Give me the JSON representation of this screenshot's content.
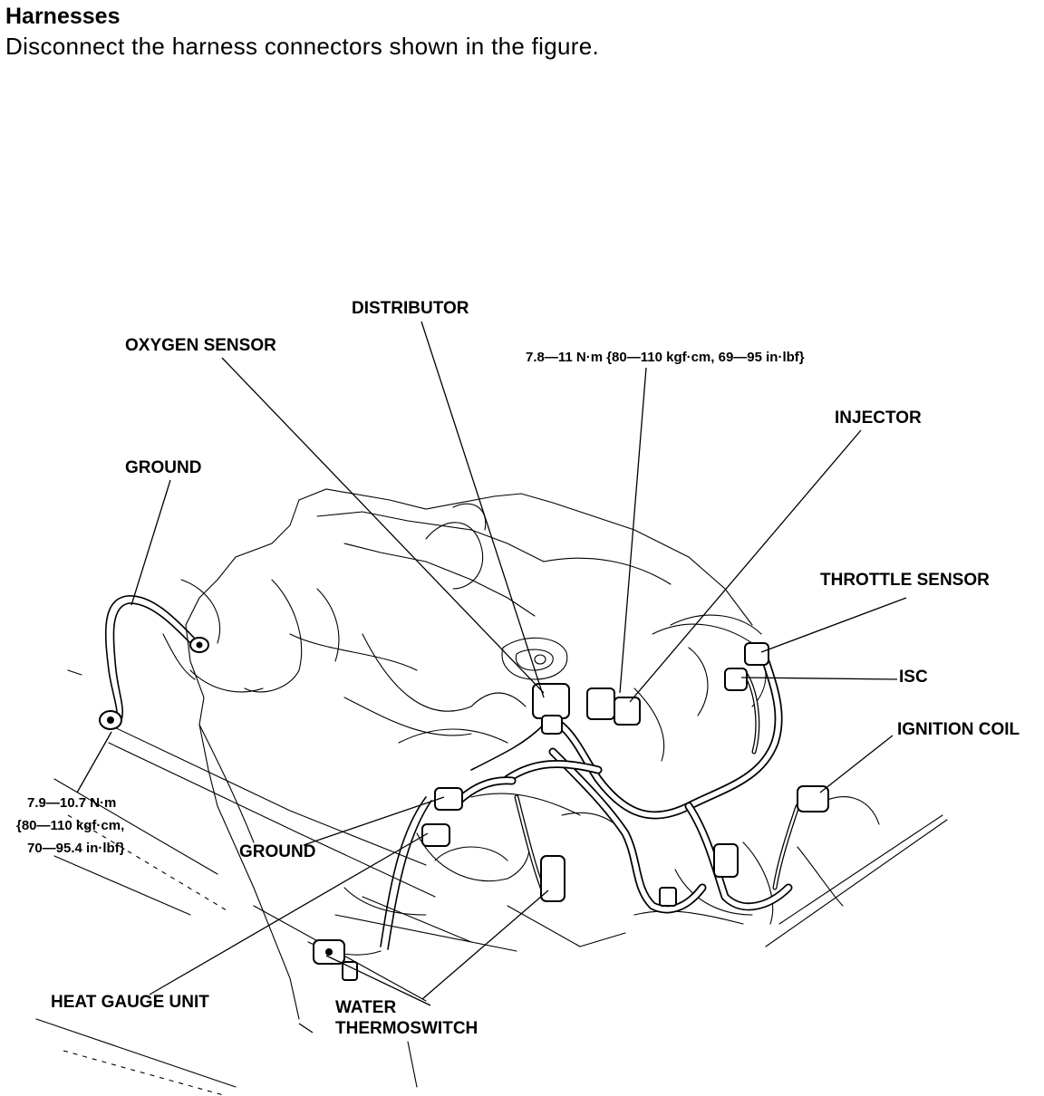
{
  "header": {
    "title": "Harnesses",
    "instruction": "Disconnect the harness connectors shown in the figure."
  },
  "labels": {
    "distributor": "DISTRIBUTOR",
    "oxygen_sensor": "OXYGEN SENSOR",
    "torque_top": "7.8—11 N·m {80—110 kgf·cm, 69—95 in·lbf}",
    "injector": "INJECTOR",
    "ground_top": "GROUND",
    "throttle_sensor": "THROTTLE SENSOR",
    "isc": "ISC",
    "ignition_coil": "IGNITION COIL",
    "torque_left_1": "7.9—10.7 N·m",
    "torque_left_2": "{80—110 kgf·cm,",
    "torque_left_3": "70—95.4 in·lbf}",
    "ground_mid": "GROUND",
    "heat_gauge_unit": "HEAT GAUGE UNIT",
    "water_1": "WATER",
    "water_2": "THERMOSWITCH"
  }
}
